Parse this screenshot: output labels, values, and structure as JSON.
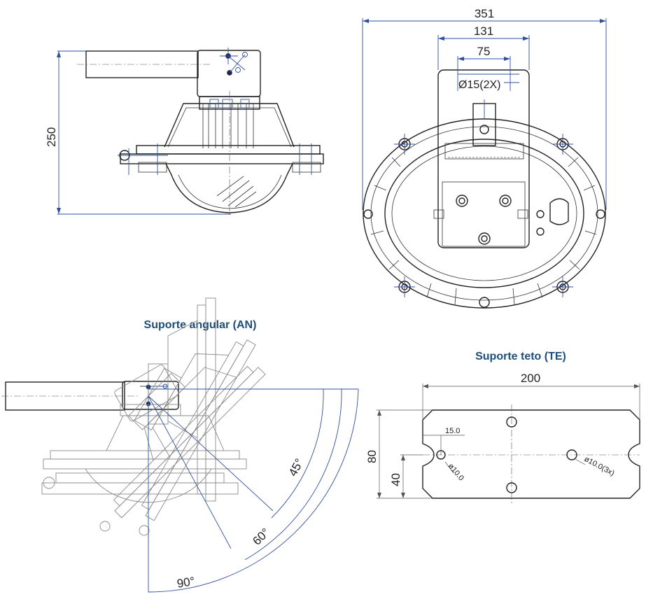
{
  "side_view": {
    "height_dim": "250"
  },
  "front_view": {
    "width_dim": "351",
    "bracket_width_dim": "131",
    "hole_spacing_dim": "75",
    "hole_dia_label": "Ø15(2X)"
  },
  "angular_mount": {
    "title": "Suporte angular (AN)",
    "angle_45": "45°",
    "angle_60": "60°",
    "angle_90": "90°"
  },
  "ceiling_mount": {
    "title": "Suporte teto (TE)",
    "width_dim": "200",
    "height_dim": "80",
    "half_height_dim": "40",
    "slot_offset_dim": "15.0",
    "slot_dia_label": "ø10.0",
    "hole_dia_label": "ø10.0(3x)"
  },
  "colors": {
    "title": "#1f4e79",
    "dimension_line": "#2f4f9f",
    "drawing": "#222222"
  }
}
